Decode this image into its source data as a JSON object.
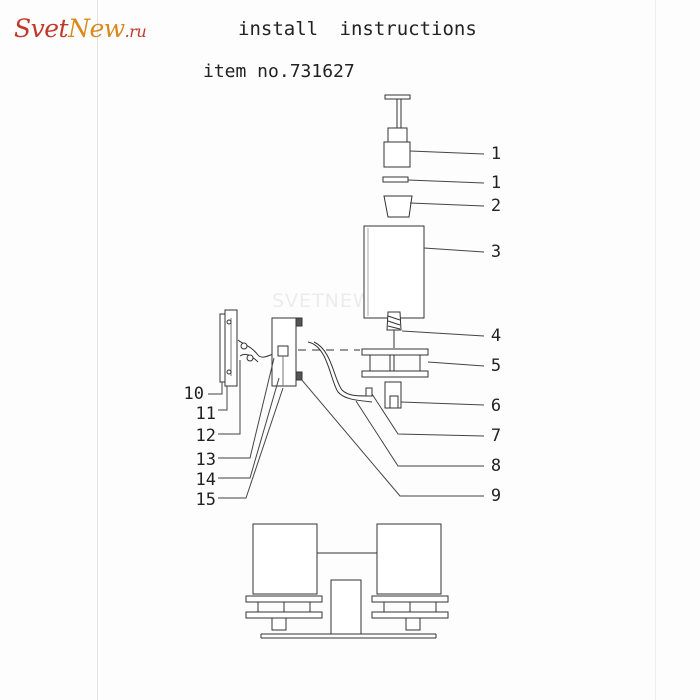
{
  "logo": {
    "part1": "Svet",
    "part2": "New",
    "part3": ".ru"
  },
  "header": {
    "title": "install  instructions",
    "item_number": "item no.731627"
  },
  "watermark": "SVETNEW.RU",
  "callouts_right": [
    "1",
    "1",
    "2",
    "3",
    "4",
    "5",
    "6",
    "7",
    "8",
    "9"
  ],
  "callouts_left": [
    "10",
    "11",
    "12",
    "13",
    "14",
    "15"
  ]
}
